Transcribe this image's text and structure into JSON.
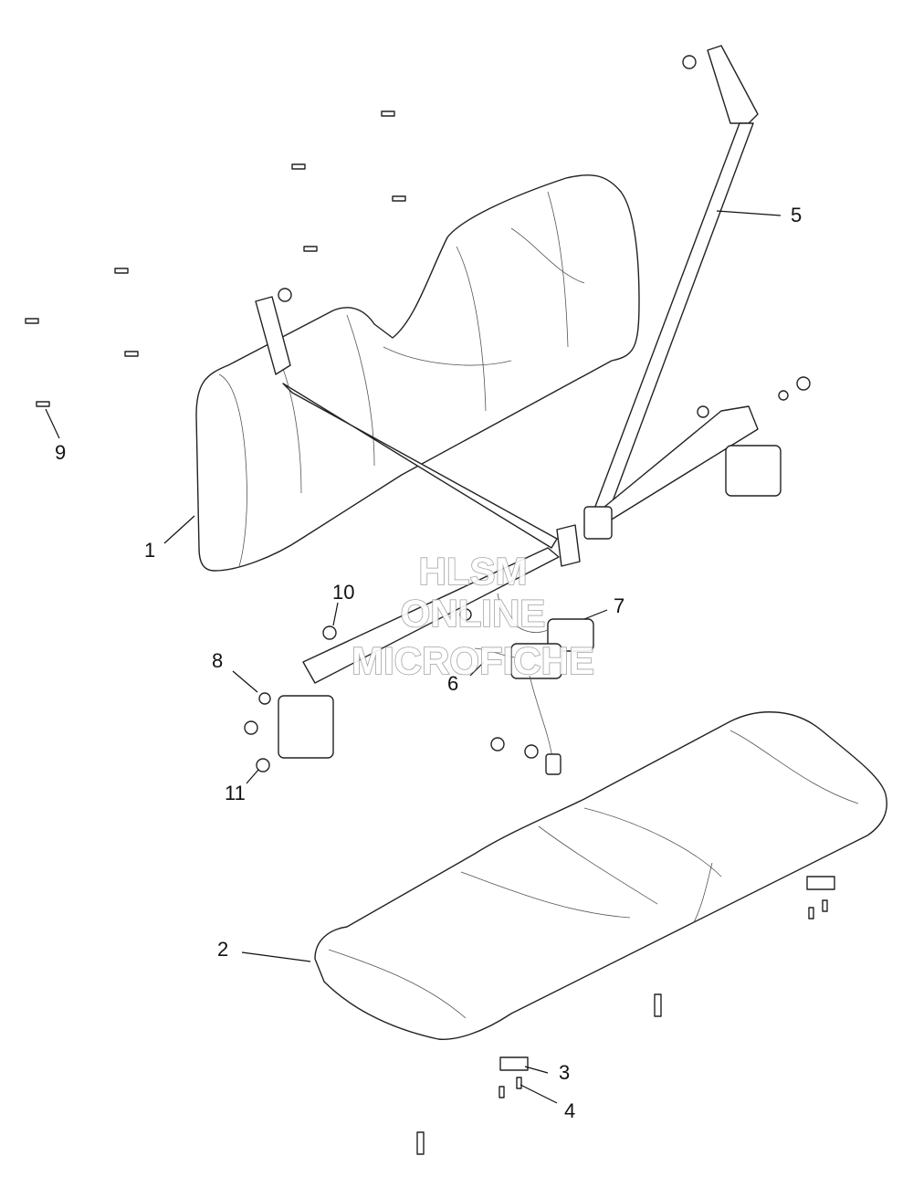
{
  "watermark": {
    "line1": "HLSM",
    "line2": "ONLINE",
    "line3": "MICROFICHE"
  },
  "callouts": [
    {
      "id": "1",
      "label": "1"
    },
    {
      "id": "2",
      "label": "2"
    },
    {
      "id": "3",
      "label": "3"
    },
    {
      "id": "4",
      "label": "4"
    },
    {
      "id": "5",
      "label": "5"
    },
    {
      "id": "6",
      "label": "6"
    },
    {
      "id": "7",
      "label": "7"
    },
    {
      "id": "8",
      "label": "8"
    },
    {
      "id": "9",
      "label": "9"
    },
    {
      "id": "10",
      "label": "10"
    },
    {
      "id": "11",
      "label": "11"
    }
  ]
}
